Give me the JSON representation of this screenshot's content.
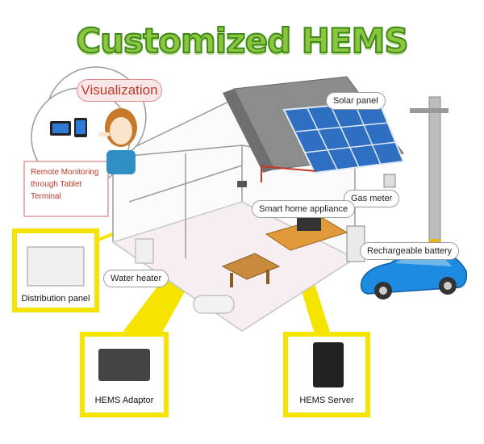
{
  "title": "Customized HEMS",
  "visualization": {
    "heading": "Visualization",
    "note": "Remote Monitoring through Tablet Terminal"
  },
  "labels": {
    "solar_panel": "Solar panel",
    "gas_meter": "Gas meter",
    "smart_home_appliance": "Smart home appliance",
    "rechargeable_battery": "Rechargeable battery",
    "water_heater": "Water heater",
    "distribution_panel": "Distribution panel",
    "hems_adaptor": "HEMS Adaptor",
    "hems_server": "HEMS Server"
  },
  "colors": {
    "title_green": "#8cc63f",
    "highlight_yellow": "#f5e400",
    "roof_gray": "#8c8c8c",
    "solar_blue": "#2f6fc1",
    "car_blue": "#1d8be0",
    "note_red": "#c0392b"
  }
}
